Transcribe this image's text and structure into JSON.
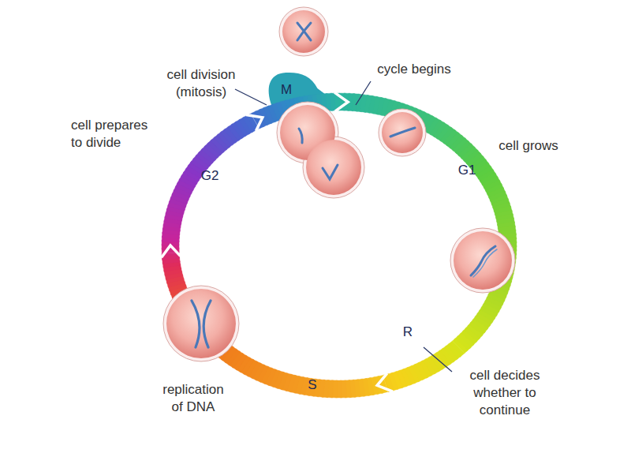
{
  "diagram": {
    "nodes": [
      {
        "text": [
          "M"
        ]
      },
      {
        "text": [
          "G1"
        ]
      },
      {
        "text": [
          "R"
        ]
      },
      {
        "text": [
          "S"
        ]
      },
      {
        "text": [
          "G2"
        ]
      }
    ],
    "labels": [
      "cell division (mitosis)",
      "cycle begins",
      "cell prepares to divide",
      "cell grows",
      "cell decides whether to continue",
      "replication of DNA"
    ]
  }
}
